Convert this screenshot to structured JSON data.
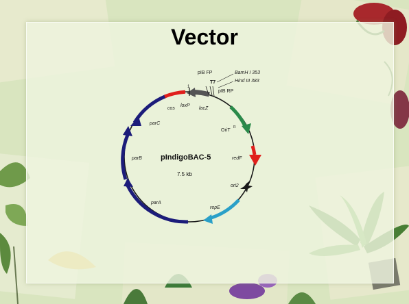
{
  "slide": {
    "title": "Vector"
  },
  "plasmid": {
    "name": "pIndigoBAC-5",
    "size": "7.5 kb",
    "labels": {
      "pibfp": "pIB FP",
      "t7": "T7",
      "bamhi": "BamH I 353",
      "hindiii": "Hind III 383",
      "pibrp": "pIB RP",
      "cos": "cos",
      "loxp": "loxP",
      "lacz": "lacZ",
      "parc": "parC",
      "orit": "OriT",
      "orit_sup": "R",
      "parb": "parB",
      "redf": "redF",
      "parA": "parA",
      "ori2": "ori2",
      "repe": "repE",
      "one": "1"
    }
  },
  "colors": {
    "backbone": "#1a1a1a",
    "navy": "#1c1c7a",
    "red": "#e0201c",
    "green": "#2a8a4a",
    "teal": "#2aa0c8",
    "gray": "#555555"
  }
}
